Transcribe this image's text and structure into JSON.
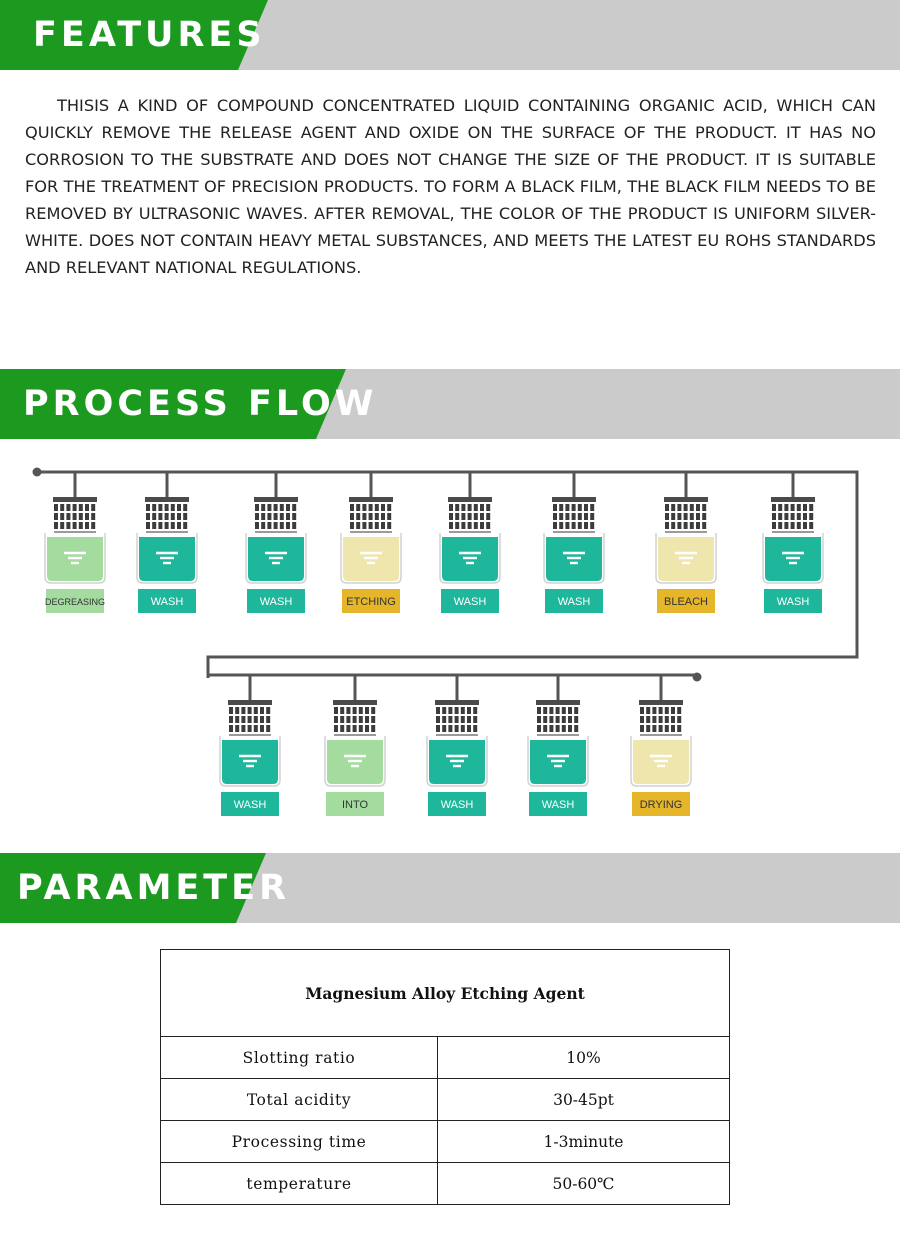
{
  "colors": {
    "banner_green": "#1c9a1f",
    "banner_gray": "#cbcbcb",
    "teal": "#1fb79c",
    "light_green": "#a4dca0",
    "cream": "#efe6ae",
    "yellow": "#e5b52a"
  },
  "sections": {
    "features": "FEATURES",
    "process_flow": "PROCESS FLOW",
    "parameter": "PARAMETER"
  },
  "features_text": "THISIS A KIND OF COMPOUND CONCENTRATED LIQUID CONTAINING ORGANIC ACID, WHICH CAN QUICKLY REMOVE THE RELEASE AGENT AND OXIDE ON THE SURFACE OF THE PRODUCT. IT HAS NO CORROSION TO THE SUBSTRATE AND DOES NOT CHANGE THE SIZE OF THE PRODUCT. IT IS SUITABLE FOR THE TREATMENT OF PRECISION PRODUCTS. TO FORM A BLACK FILM, THE BLACK FILM NEEDS TO BE REMOVED BY ULTRASONIC WAVES. AFTER REMOVAL, THE COLOR OF THE PRODUCT IS UNIFORM SILVER-WHITE. DOES NOT CONTAIN HEAVY METAL SUBSTANCES, AND MEETS THE LATEST EU ROHS STANDARDS AND RELEVANT NATIONAL REGULATIONS.",
  "process": {
    "row1": [
      {
        "label": "DEGREASING",
        "tank": "light",
        "tag": "light"
      },
      {
        "label": "WASH",
        "tank": "teal",
        "tag": "teal"
      },
      {
        "label": "WASH",
        "tank": "teal",
        "tag": "teal"
      },
      {
        "label": "ETCHING",
        "tank": "cream",
        "tag": "yellow"
      },
      {
        "label": "WASH",
        "tank": "teal",
        "tag": "teal"
      },
      {
        "label": "WASH",
        "tank": "teal",
        "tag": "teal"
      },
      {
        "label": "BLEACH",
        "tank": "cream",
        "tag": "yellow"
      },
      {
        "label": "WASH",
        "tank": "teal",
        "tag": "teal"
      }
    ],
    "row2": [
      {
        "label": "WASH",
        "tank": "teal",
        "tag": "teal"
      },
      {
        "label": "INTO",
        "tank": "light",
        "tag": "light"
      },
      {
        "label": "WASH",
        "tank": "teal",
        "tag": "teal"
      },
      {
        "label": "WASH",
        "tank": "teal",
        "tag": "teal"
      },
      {
        "label": "DRYING",
        "tank": "cream",
        "tag": "yellow"
      }
    ]
  },
  "parameter_table": {
    "title": "Magnesium Alloy Etching Agent",
    "rows": [
      {
        "name": "Slotting ratio",
        "value": "10%"
      },
      {
        "name": "Total acidity",
        "value": "30-45pt"
      },
      {
        "name": "Processing time",
        "value": "1-3minute"
      },
      {
        "name": "temperature",
        "value": "50-60℃"
      }
    ]
  }
}
